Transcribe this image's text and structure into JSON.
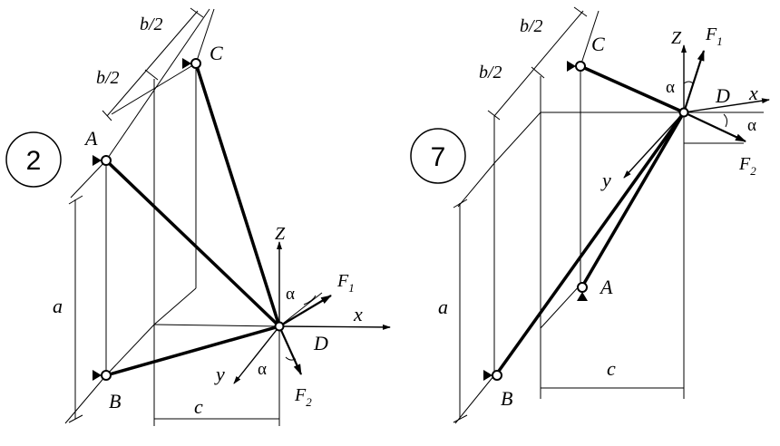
{
  "diagram2": {
    "number": "2",
    "labels": {
      "A": "A",
      "B": "B",
      "C": "C",
      "D": "D",
      "x": "x",
      "y": "y",
      "z": "Z",
      "F1": "F",
      "F1_sub": "1",
      "F2": "F",
      "F2_sub": "2",
      "alpha_top": "α",
      "alpha_bottom": "α",
      "dim_a": "a",
      "dim_c": "c",
      "dim_b_upper": "b/2",
      "dim_b_lower": "b/2"
    }
  },
  "diagram7": {
    "number": "7",
    "labels": {
      "A": "A",
      "B": "B",
      "C": "C",
      "D": "D",
      "x": "x",
      "y": "y",
      "z": "Z",
      "F1": "F",
      "F1_sub": "1",
      "F2": "F",
      "F2_sub": "2",
      "alpha_top": "α",
      "alpha_right": "α",
      "dim_a": "a",
      "dim_c": "c",
      "dim_b_upper": "b/2",
      "dim_b_lower": "b/2"
    }
  }
}
